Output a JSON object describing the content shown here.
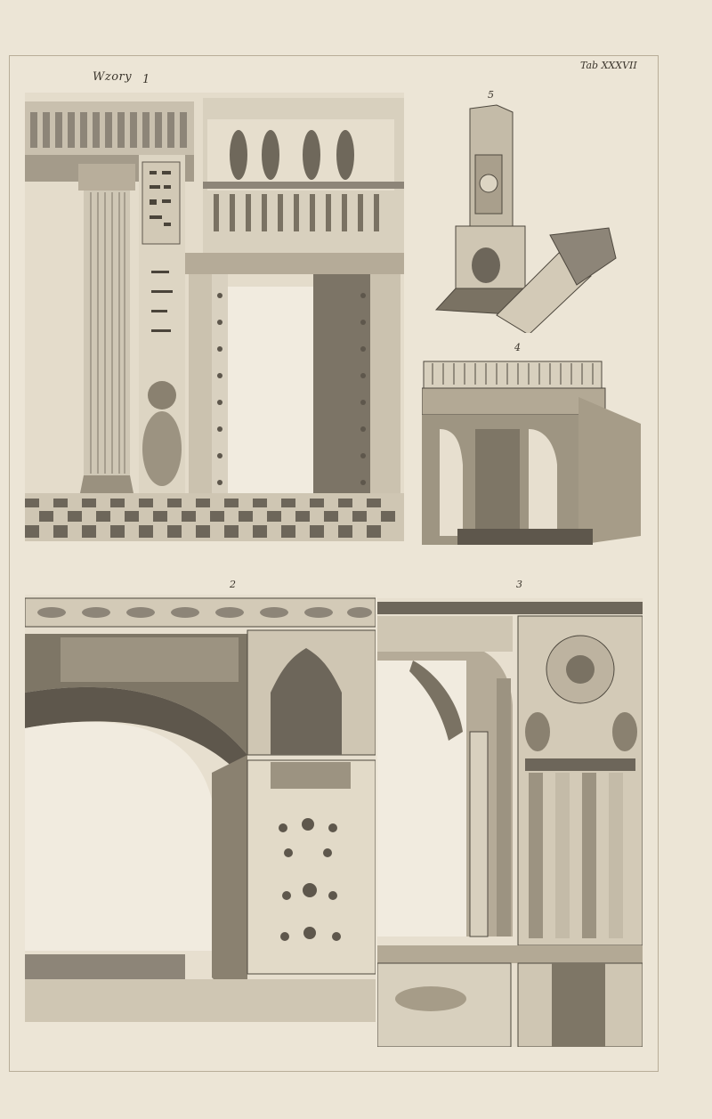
{
  "plate": {
    "title": "Wzory",
    "tab_label": "Tab XXXVII"
  },
  "figures": [
    {
      "number": "1"
    },
    {
      "number": "2"
    },
    {
      "number": "3"
    },
    {
      "number": "4"
    },
    {
      "number": "5"
    }
  ],
  "colors": {
    "paper": "#ece5d6",
    "ink": "#3a342b",
    "shade": "#8d8578",
    "light": "#d9d1c0"
  }
}
